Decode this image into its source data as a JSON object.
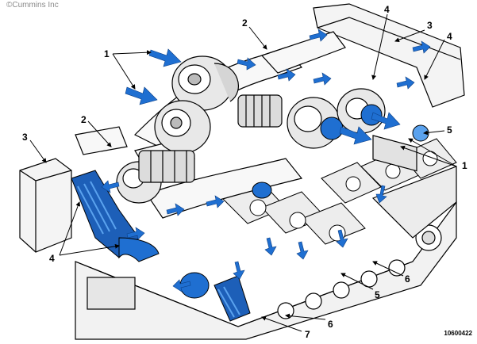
{
  "copyright": "©Cummins Inc",
  "figure_id": "10600422",
  "colors": {
    "line": "#000000",
    "body": "#ffffff",
    "shade": "#d0d0d0",
    "shade_dark": "#9a9a9a",
    "air_flow": "#1f6fd1",
    "air_flow_light": "#5aa2ee",
    "cooler": "#1d5fb8"
  },
  "icons": {
    "flow_arrow": "blue-flow-arrow-icon",
    "intake_arrow": "blue-intake-arrow-icon"
  },
  "callouts": [
    {
      "id": "c1a",
      "label": "1"
    },
    {
      "id": "c1b",
      "label": "1"
    },
    {
      "id": "c2a",
      "label": "2"
    },
    {
      "id": "c2b",
      "label": "2"
    },
    {
      "id": "c3a",
      "label": "3"
    },
    {
      "id": "c3b",
      "label": "3"
    },
    {
      "id": "c4a",
      "label": "4"
    },
    {
      "id": "c4b",
      "label": "4"
    },
    {
      "id": "c4c",
      "label": "4"
    },
    {
      "id": "c5a",
      "label": "5"
    },
    {
      "id": "c5b",
      "label": "5"
    },
    {
      "id": "c6a",
      "label": "6"
    },
    {
      "id": "c6b",
      "label": "6"
    },
    {
      "id": "c7",
      "label": "7"
    }
  ]
}
